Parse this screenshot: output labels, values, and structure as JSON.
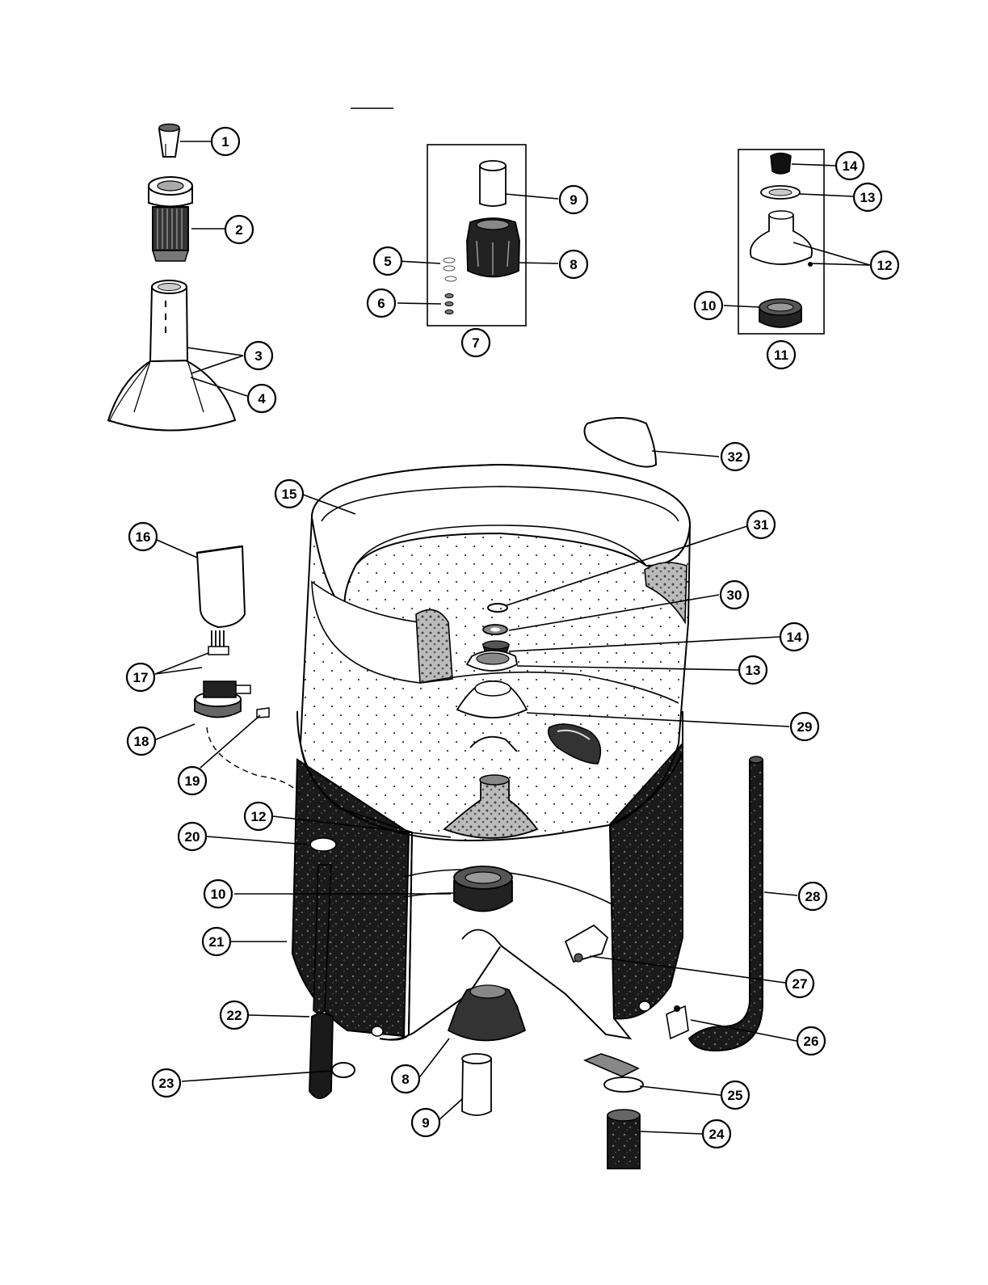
{
  "callouts": [
    {
      "id": "c1",
      "label": "1"
    },
    {
      "id": "c2",
      "label": "2"
    },
    {
      "id": "c3",
      "label": "3"
    },
    {
      "id": "c4",
      "label": "4"
    },
    {
      "id": "c5",
      "label": "5"
    },
    {
      "id": "c6",
      "label": "6"
    },
    {
      "id": "c7",
      "label": "7"
    },
    {
      "id": "c8a",
      "label": "8"
    },
    {
      "id": "c9a",
      "label": "9"
    },
    {
      "id": "c10a",
      "label": "10"
    },
    {
      "id": "c11",
      "label": "11"
    },
    {
      "id": "c12a",
      "label": "12"
    },
    {
      "id": "c13a",
      "label": "13"
    },
    {
      "id": "c14a",
      "label": "14"
    },
    {
      "id": "c15",
      "label": "15"
    },
    {
      "id": "c16",
      "label": "16"
    },
    {
      "id": "c17",
      "label": "17"
    },
    {
      "id": "c18",
      "label": "18"
    },
    {
      "id": "c19",
      "label": "19"
    },
    {
      "id": "c20",
      "label": "20"
    },
    {
      "id": "c21",
      "label": "21"
    },
    {
      "id": "c22",
      "label": "22"
    },
    {
      "id": "c23",
      "label": "23"
    },
    {
      "id": "c24",
      "label": "24"
    },
    {
      "id": "c25",
      "label": "25"
    },
    {
      "id": "c26",
      "label": "26"
    },
    {
      "id": "c27",
      "label": "27"
    },
    {
      "id": "c28",
      "label": "28"
    },
    {
      "id": "c29",
      "label": "29"
    },
    {
      "id": "c30",
      "label": "30"
    },
    {
      "id": "c31",
      "label": "31"
    },
    {
      "id": "c32",
      "label": "32"
    },
    {
      "id": "c14b",
      "label": "14"
    },
    {
      "id": "c13b",
      "label": "13"
    },
    {
      "id": "c12b",
      "label": "12"
    },
    {
      "id": "c10b",
      "label": "10"
    },
    {
      "id": "c8b",
      "label": "8"
    },
    {
      "id": "c9b",
      "label": "9"
    }
  ]
}
